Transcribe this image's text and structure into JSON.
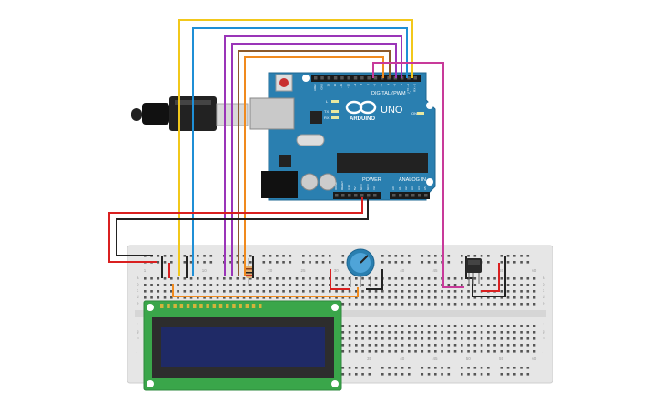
{
  "arduino": {
    "board_name": "UNO",
    "brand": "ARDUINO",
    "digital_label": "DIGITAL (PWM ~)",
    "power_label": "POWER",
    "analog_label": "ANALOG IN",
    "led_l": "L",
    "led_tx": "TX",
    "led_rx": "RX",
    "led_on": "ON",
    "top_header_pins": [
      "AREF",
      "GND",
      "13",
      "12",
      "~11",
      "~10",
      "~9",
      "8",
      "7",
      "~6",
      "~5",
      "4",
      "~3",
      "2",
      "TX→1",
      "RX←0"
    ],
    "power_pins": [
      "IOREF",
      "RESET",
      "3.3V",
      "5V",
      "GND",
      "GND",
      "Vin"
    ],
    "analog_pins": [
      "A0",
      "A1",
      "A2",
      "A3",
      "A4",
      "A5"
    ]
  },
  "breadboard": {
    "column_numbers": [
      "1",
      "10",
      "20",
      "25",
      "30",
      "35",
      "40",
      "45",
      "50",
      "55",
      "60"
    ],
    "row_letters_top": [
      "a",
      "b",
      "c",
      "d",
      "e"
    ],
    "row_letters_bottom": [
      "f",
      "g",
      "h",
      "i",
      "j"
    ]
  },
  "lcd": {
    "type": "16x2 LCD",
    "backlight_color": "#1f2a66",
    "pcb_color": "#3aa64a"
  },
  "wire_colors": {
    "yellow": "#f2c81b",
    "blue": "#1f8fd6",
    "purple": "#9a35b8",
    "brown": "#8c5a2b",
    "orange": "#f08a1e",
    "magenta": "#c83a9a",
    "red": "#d92020",
    "black": "#222222"
  }
}
